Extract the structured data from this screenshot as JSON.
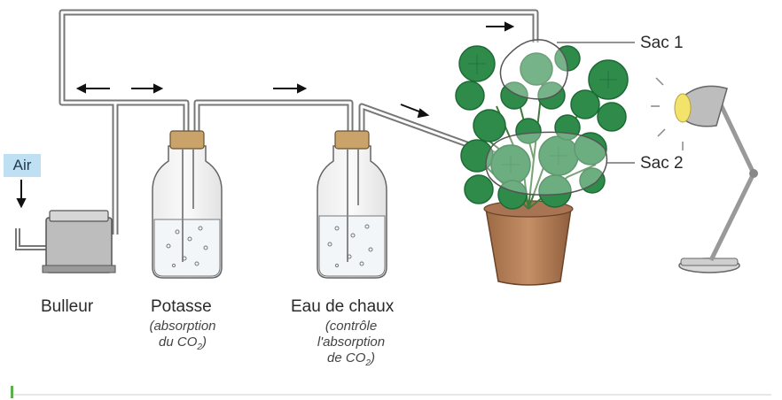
{
  "labels": {
    "air": "Air",
    "bulleur": "Bulleur",
    "potasse": "Potasse",
    "potasse_note_1": "(absorption",
    "potasse_note_2": "du CO",
    "potasse_note_2_sub": "2",
    "potasse_note_2_end": ")",
    "eau": "Eau de chaux",
    "eau_note_1": "(contrôle",
    "eau_note_2": "l'absorption",
    "eau_note_3": "de CO",
    "eau_note_3_sub": "2",
    "eau_note_3_end": ")",
    "sac1": "Sac 1",
    "sac2": "Sac 2"
  },
  "colors": {
    "tube": "#7a7a7a",
    "leaf": "#2e8b4a",
    "leaf_dark": "#1e6a36",
    "pot": "#b9815a",
    "cork": "#c9a36a",
    "air_box": "#bfe0f2",
    "lamp_glow": "#f3e36a"
  }
}
